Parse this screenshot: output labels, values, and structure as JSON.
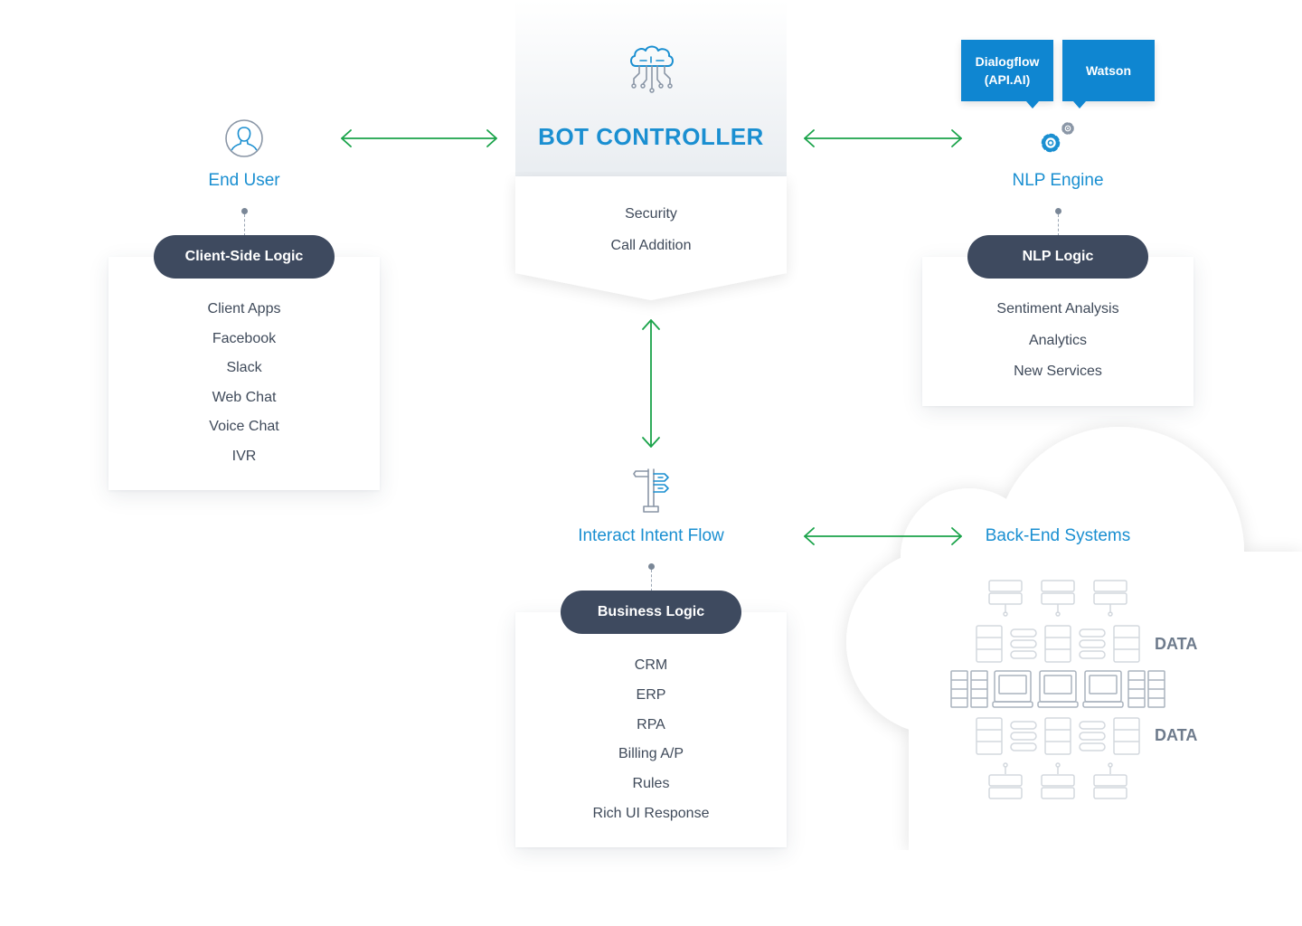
{
  "end_user": {
    "label": "End User",
    "icon": "user-icon",
    "logic": "Client-Side Logic",
    "items": [
      "Client Apps",
      "Facebook",
      "Slack",
      "Web Chat",
      "Voice Chat",
      "IVR"
    ]
  },
  "bot_controller": {
    "title": "BOT CONTROLLER",
    "icon": "brain-circuit-icon",
    "items": [
      "Security",
      "Call Addition"
    ]
  },
  "nlp_engine": {
    "label": "NLP Engine",
    "icon": "gears-icon",
    "providers": [
      "Dialogflow\n(API.AI)",
      "Watson"
    ],
    "logic": "NLP Logic",
    "items": [
      "Sentiment Analysis",
      "Analytics",
      "New Services"
    ]
  },
  "intent_flow": {
    "label": "Interact Intent Flow",
    "icon": "signpost-icon",
    "logic": "Business Logic",
    "items": [
      "CRM",
      "ERP",
      "RPA",
      "Billing A/P",
      "Rules",
      "Rich UI Response"
    ]
  },
  "backend": {
    "label": "Back-End Systems",
    "icon": "cloud-icon",
    "data_labels": [
      "DATA",
      "DATA"
    ]
  },
  "colors": {
    "accent": "#1a8fd1",
    "arrow": "#1aa34a",
    "pill": "#3e4a5f",
    "tag": "#0f86d1",
    "text": "#3f4a5a"
  }
}
